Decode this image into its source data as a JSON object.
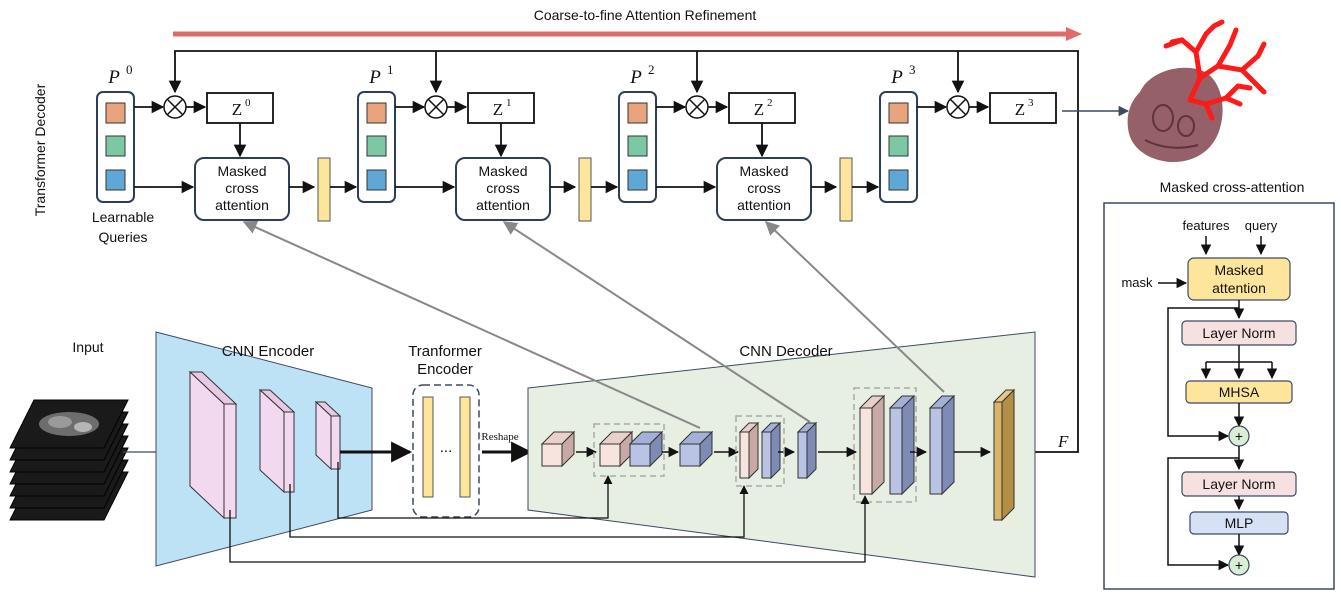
{
  "title": "Coarse-to-fine Attention Refinement",
  "side_label": "Transformer Decoder",
  "queries": {
    "labels": [
      "P",
      "P",
      "P",
      "P"
    ],
    "superscripts": [
      "0",
      "1",
      "2",
      "3"
    ],
    "caption_line1": "Learnable",
    "caption_line2": "Queries"
  },
  "z_labels": [
    "Z",
    "Z",
    "Z",
    "Z"
  ],
  "z_superscripts": [
    "0",
    "1",
    "2",
    "3"
  ],
  "masked_block": {
    "line1": "Masked",
    "line2": "cross",
    "line3": "attention"
  },
  "input_label": "Input",
  "cnn_encoder_label": "CNN Encoder",
  "transformer_encoder": {
    "line1": "Tranformer",
    "line2": "Encoder",
    "ellipsis": "..."
  },
  "reshape_label": "Reshape",
  "cnn_decoder_label": "CNN Decoder",
  "feature_label": "F",
  "inset": {
    "title": "Masked cross-attention",
    "features": "features",
    "query": "query",
    "mask": "mask",
    "masked_attention_line1": "Masked",
    "masked_attention_line2": "attention",
    "layer_norm_1": "Layer Norm",
    "mhsa": "MHSA",
    "plus_1": "+",
    "layer_norm_2": "Layer Norm",
    "mlp": "MLP",
    "plus_2": "+"
  },
  "colors": {
    "refine_arrow": "#e06a6a",
    "query_orange": "#e8a47c",
    "query_green": "#7cc8a4",
    "query_blue": "#5fa7d6",
    "encoder_bg": "#bde2f5",
    "decoder_bg": "#e6efe1",
    "token_yellow": "#fde59c",
    "feature_pink": "#f3d9ef",
    "feature_blue": "#b9c3e6",
    "final_gold": "#d9b469",
    "layer_norm": "#f7e0e0",
    "mlp_blue": "#d6e1f5",
    "plus_green": "#d9efd5",
    "output_organ": "#8a4f56",
    "output_vessel": "#ff1a1a"
  }
}
